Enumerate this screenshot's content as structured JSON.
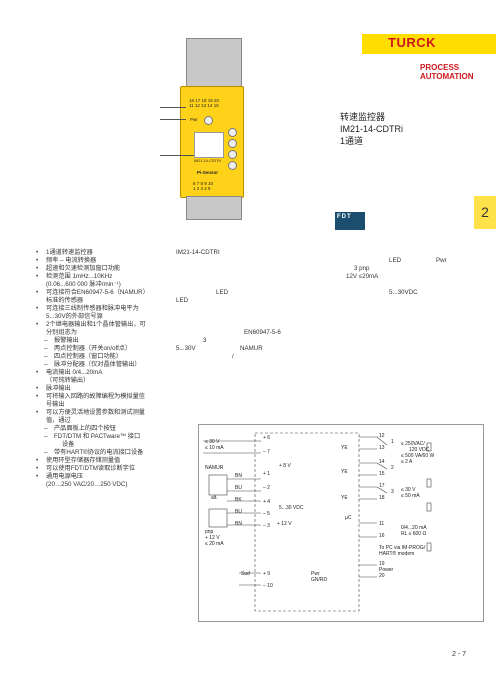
{
  "brand": {
    "logo": "TURCK",
    "line1": "PROCESS",
    "line2": "AUTOMATION",
    "logo_color": "#d0181c",
    "accent": "#ffd21a"
  },
  "chapter_tab": "2",
  "product": {
    "title1": "转速监控器",
    "title2": "IM21-14-CDTRi",
    "title3": "1通道"
  },
  "device": {
    "top_terminals": "16 17 18 19 20\n11 12 13 14 15",
    "pwr_label": "Pwr",
    "model_label": "IM21-14-CDTRi",
    "brand_label": "Pi-Sensor",
    "bottom_terminals": "6 7 8 9 10\n1 2 3 4 5"
  },
  "fdt_logo": "FDT",
  "features": [
    {
      "text": "1通道转速监控器",
      "level": 0
    },
    {
      "text": "频率 – 电流转换器",
      "level": 0
    },
    {
      "text": "超速和欠速检测加窗口功能",
      "level": 0
    },
    {
      "text": "检测范围 1mHz...10KHz",
      "level": 0
    },
    {
      "text": "(0.06...600 000 脉冲/min⁻¹)",
      "level": 1
    },
    {
      "text": "可连接符合EN60947-5-6（NAMUR）",
      "level": 0
    },
    {
      "text": "标准的传感器",
      "level": 1
    },
    {
      "text": "可连接三线制传感器和脉冲电平为",
      "level": 0
    },
    {
      "text": "5...30V的外部信号源",
      "level": 1
    },
    {
      "text": "2个继电器输出和1个晶体管输出，可",
      "level": 0
    },
    {
      "text": "分别组态为",
      "level": 1
    },
    {
      "text": "报警输出",
      "level": 2
    },
    {
      "text": "两点控制器（开关on/off点）",
      "level": 2
    },
    {
      "text": "四点控制器（窗口功能）",
      "level": 2
    },
    {
      "text": "脉冲分配器（仅对晶体管输出）",
      "level": 2
    },
    {
      "text": "电流输出 0/4...20mA",
      "level": 0
    },
    {
      "text": "（可钝转输出）",
      "level": 1
    },
    {
      "text": "脉冲输出",
      "level": 0
    },
    {
      "text": "可将输入回路的故障编程为模拟量信",
      "level": 0
    },
    {
      "text": "号输出",
      "level": 1
    },
    {
      "text": "可以方便灵活地设置参数和测试测量",
      "level": 0
    },
    {
      "text": "值，通过",
      "level": 1
    },
    {
      "text": "产品面板上的四个按钮",
      "level": 2
    },
    {
      "text": "FDT/DTM 和 PACTware™ 接口",
      "level": 2
    },
    {
      "text": "设备",
      "level": 3
    },
    {
      "text": "带有HART®协议的电流接口设备",
      "level": 2
    },
    {
      "text": "使用环型存储器存储测量值",
      "level": 0
    },
    {
      "text": "可以使用FDT/DTM读取诊断字位",
      "level": 0
    },
    {
      "text": "通用电源电压",
      "level": 0
    },
    {
      "text": "(20…250 VAC/20…250 VDC)",
      "level": 1
    }
  ],
  "description": {
    "model": "IM21-14-CDTRI",
    "led": "LED",
    "pwr": "Pwr",
    "pnp": "3   pnp",
    "supply": "12V    ≤20mA",
    "dc": "5...30VDC",
    "led2": "LED",
    "led3": "LED",
    "std": "EN60947-5-6",
    "three": "3",
    "volt": "5...30V",
    "namur": "NAMUR",
    "slash": "/"
  },
  "circuit": {
    "in_v": "≤ 30 V",
    "in_i": "≤ 10 mA",
    "namur": "NAMUR",
    "alt": "alt.",
    "pnp": "pnp",
    "v12": "+ 12 V",
    "i20": "≤ 20 mA",
    "t6": "+ 6",
    "t7": "– 7",
    "t1": "+ 1",
    "t2": "– 2",
    "t4": "+ 4",
    "t5": "– 5",
    "t3": "– 3",
    "t9": "+ 9",
    "t10": "– 10",
    "bn1": "BN",
    "bu1": "BU",
    "bk": "BK",
    "bu2": "BU",
    "bn2": "BN",
    "v8": "+ 8 V",
    "v530": "5...30 VDC",
    "v12b": "+ 12 V",
    "sud": "Sud",
    "o12": "12",
    "o13": "13",
    "o14": "14",
    "o15": "15",
    "o17": "17",
    "o18": "18",
    "o11": "11",
    "o16": "16",
    "o19": "19",
    "o20": "20",
    "r1": "1",
    "r2": "2",
    "r3": "3",
    "ye1": "YE",
    "ye2": "YE",
    "ye3": "YE",
    "rel_v1": "≤ 250VAC/",
    "rel_v2": "120 VDC",
    "rel_p": "≤ 500 VA/60 W",
    "rel_i": "≤ 2 A",
    "tr_v": "≤ 30 V",
    "tr_i": "≤ 50 mA",
    "uc": "µC",
    "to_pc1": "To PC via IM-PROG/",
    "to_pc2": "HART® modem",
    "ao1": "0/4...20 mA",
    "ao2": "RL ≤ 600 Ω",
    "pwr": "Pwr",
    "gnrd": "GN/RD",
    "power": "Power"
  },
  "page_number": "2 - 7"
}
